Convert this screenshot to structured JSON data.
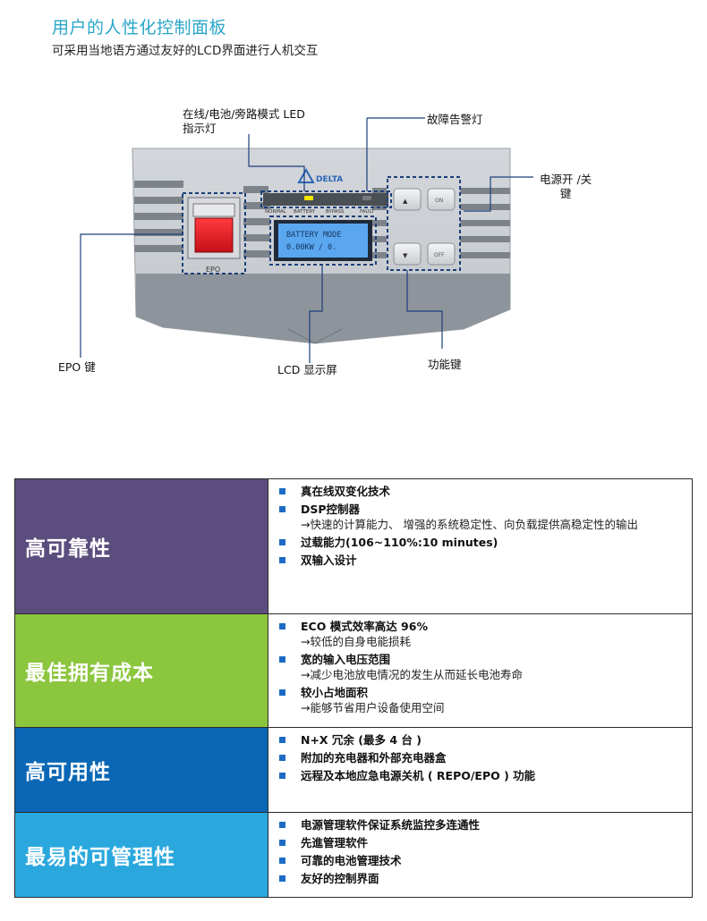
{
  "header": {
    "title": "用户的人性化控制面板",
    "subtitle": "可采用当地语方通过友好的LCD界面进行人机交互"
  },
  "panel": {
    "brand": "DELTA",
    "epo_label": "EPO",
    "led_labels": [
      "NORMAL",
      "BATTERY",
      "BYPASS",
      "FAULT"
    ],
    "lcd_lines": [
      "BATTERY MODE",
      "0.00KW /    0."
    ],
    "buttons": {
      "up": "▲",
      "down": "▼",
      "on": "ON",
      "off": "OFF"
    },
    "colors": {
      "panel": "#c9cdd2",
      "panel_bottom": "#8f959c",
      "epo_red": "#e11b22",
      "lcd": "#5aa7f0",
      "led_on": "#f2e600",
      "callout_line": "#1c3f7a"
    }
  },
  "callouts": {
    "led": "在线/电池/旁路模式 LED\n指示灯",
    "fault": "故障告警灯",
    "power": "电源开 /关\n键",
    "epo": "EPO 键",
    "lcd": "LCD 显示屏",
    "func": "功能键"
  },
  "features": [
    {
      "category": "高可靠性",
      "color": "#5b4d7e",
      "items": [
        {
          "title": "真在线双变化技术"
        },
        {
          "title": "DSP控制器",
          "sub": "→快速的计算能力、 增强的系统稳定性、向负载提供高稳定性的输出"
        },
        {
          "title": "过载能力(106~110%:10 minutes)"
        },
        {
          "title": "双输入设计"
        }
      ]
    },
    {
      "category": "最佳拥有成本",
      "color": "#8cc63f",
      "items": [
        {
          "title": "ECO 模式效率高达 96%",
          "sub": "→较低的自身电能损耗"
        },
        {
          "title": "宽的输入电压范围",
          "sub": "→减少电池放电情况的发生从而延长电池寿命"
        },
        {
          "title": "较小占地面积",
          "sub": "→能够节省用户设备使用空间"
        }
      ]
    },
    {
      "category": "高可用性",
      "color": "#0a67b5",
      "items": [
        {
          "title": "N+X 冗余 (最多 4 台 )"
        },
        {
          "title": "附加的充电器和外部充电器盒"
        },
        {
          "title": "远程及本地应急电源关机 ( REPO/EPO ) 功能"
        }
      ]
    },
    {
      "category": "最易的可管理性",
      "color": "#2aa8de",
      "items": [
        {
          "title": "电源管理软件保证系统监控多连通性"
        },
        {
          "title": "先進管理软件"
        },
        {
          "title": "可靠的电池管理技术"
        },
        {
          "title": "友好的控制界面"
        }
      ]
    }
  ]
}
